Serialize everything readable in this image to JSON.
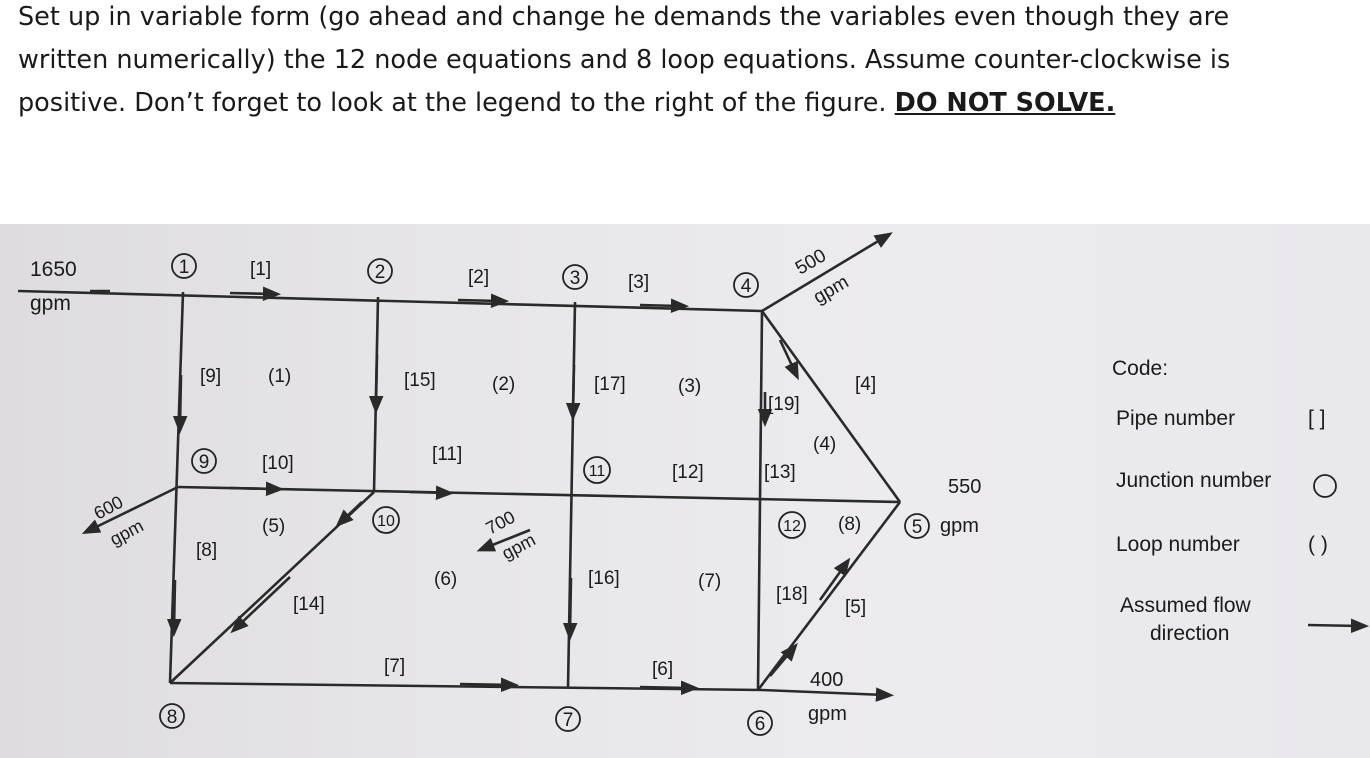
{
  "problem": {
    "intro": "Set up in variable form (go ahead and change he demands the variables even though they are written numerically) the 12 node equations and 8 loop equations. Assume counter-clockwise is positive. Don’t forget to look at the legend to the right of the figure.",
    "emphasis": "DO NOT SOLVE."
  },
  "figure": {
    "flows": {
      "in_flow_value": "1650",
      "in_flow_unit": "gpm",
      "out_4_value": "500",
      "out_4_unit": "gpm",
      "out_9_value": "600",
      "out_9_unit": "gpm",
      "out_11_value": "700",
      "out_11_unit": "gpm",
      "out_5_value": "550",
      "out_5_unit": "gpm",
      "out_6_value": "400",
      "out_6_unit": "gpm"
    },
    "nodes": [
      "1",
      "2",
      "3",
      "4",
      "5",
      "6",
      "7",
      "8",
      "9",
      "10",
      "11",
      "12"
    ],
    "pipes": [
      "[1]",
      "[2]",
      "[3]",
      "[4]",
      "[5]",
      "[6]",
      "[7]",
      "[8]",
      "[9]",
      "[10]",
      "[11]",
      "[12]",
      "[13]",
      "[14]",
      "[15]",
      "[16]",
      "[17]",
      "[18]",
      "[19]"
    ],
    "loops": [
      "(1)",
      "(2)",
      "(3)",
      "(4)",
      "(5)",
      "(6)",
      "(7)",
      "(8)"
    ]
  },
  "legend": {
    "title": "Code:",
    "pipe_number_label": "Pipe number",
    "pipe_number_symbol": "[ ]",
    "junction_number_label": "Junction number",
    "loop_number_label": "Loop number",
    "loop_number_symbol": "( )",
    "flow_direction_label_line1": "Assumed flow",
    "flow_direction_label_line2": "direction"
  }
}
